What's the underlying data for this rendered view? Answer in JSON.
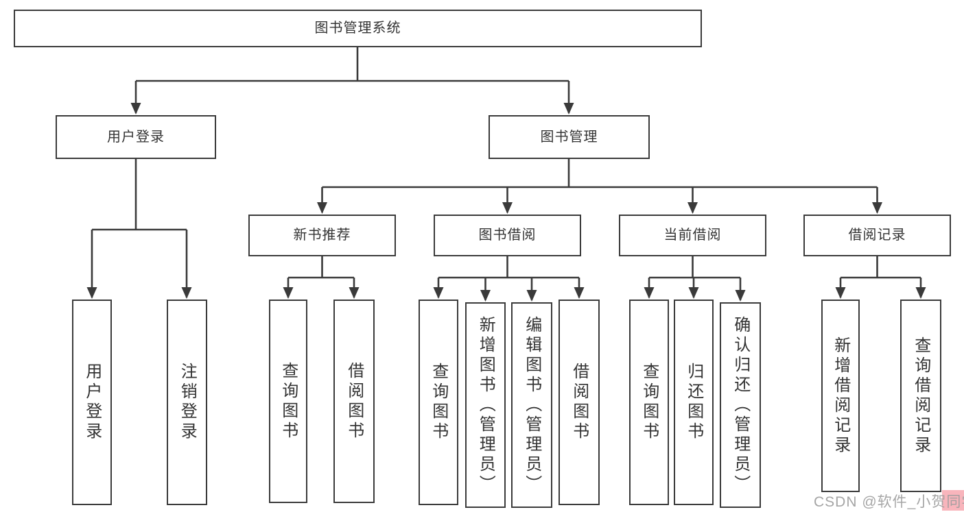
{
  "diagram": {
    "tree": {
      "label": "图书管理系统",
      "children": [
        {
          "label": "用户登录",
          "children": [
            {
              "label": "用户登录"
            },
            {
              "label": "注销登录"
            }
          ]
        },
        {
          "label": "图书管理",
          "children": [
            {
              "label": "新书推荐",
              "children": [
                {
                  "label": "查询图书"
                },
                {
                  "label": "借阅图书"
                }
              ]
            },
            {
              "label": "图书借阅",
              "children": [
                {
                  "label": "查询图书"
                },
                {
                  "label": "新增图书（管理员）"
                },
                {
                  "label": "编辑图书（管理员）"
                },
                {
                  "label": "借阅图书"
                }
              ]
            },
            {
              "label": "当前借阅",
              "children": [
                {
                  "label": "查询图书"
                },
                {
                  "label": "归还图书"
                },
                {
                  "label": "确认归还（管理员）"
                }
              ]
            },
            {
              "label": "借阅记录",
              "children": [
                {
                  "label": "新增借阅记录"
                },
                {
                  "label": "查询借阅记录"
                }
              ]
            }
          ]
        }
      ]
    },
    "line_color": "#3a3a3a",
    "box_border_color": "#3a3a3a",
    "text_color": "#333333",
    "background_color": "#ffffff"
  },
  "watermark": {
    "text": "CSDN @软件_小贺同学",
    "text_color": "#9e9e9e",
    "accent_color": "#f8b5bc"
  }
}
